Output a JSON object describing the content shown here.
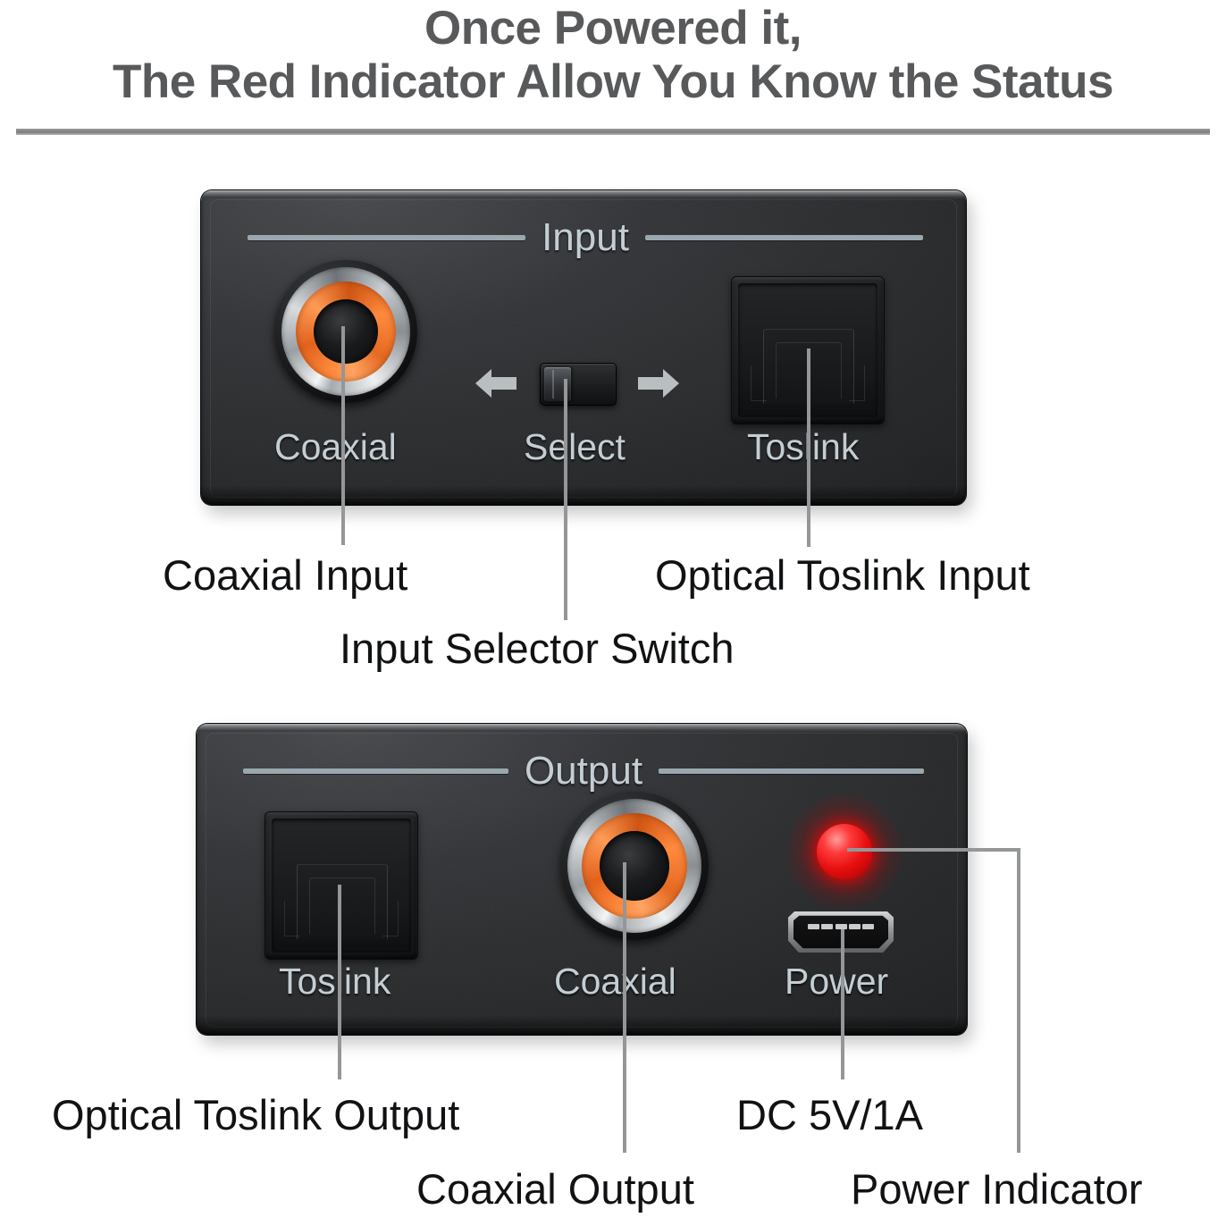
{
  "title": {
    "line1": "Once Powered it,",
    "line2": "The Red Indicator Allow You Know the Status"
  },
  "colors": {
    "title_text": "#58595b",
    "rule": "#8a8a8a",
    "panel_label": "#c3ced4",
    "callout_text": "#111214",
    "leader_line": "#949698",
    "rca_orange": "#ff8a3d",
    "rca_chrome": "#d9dde0",
    "led_red": "#e60f0f",
    "chassis": "#2a2c2e"
  },
  "devices": [
    {
      "id": "input-panel",
      "header": "Input",
      "ports": [
        {
          "name": "coaxial-input-jack",
          "label": "Coaxial",
          "type": "rca"
        },
        {
          "name": "input-selector-switch",
          "label": "Select",
          "type": "slide-switch",
          "arrow_left": "left-arrow-icon",
          "arrow_right": "right-arrow-icon"
        },
        {
          "name": "toslink-input-port",
          "label": "Toslink",
          "type": "toslink"
        }
      ]
    },
    {
      "id": "output-panel",
      "header": "Output",
      "ports": [
        {
          "name": "toslink-output-port",
          "label": "Toslink",
          "type": "toslink"
        },
        {
          "name": "coaxial-output-jack",
          "label": "Coaxial",
          "type": "rca"
        },
        {
          "name": "power-port",
          "label": "Power",
          "type": "mini-usb"
        },
        {
          "name": "power-led",
          "label": "",
          "type": "led"
        }
      ]
    }
  ],
  "callouts": {
    "coaxial_input": "Coaxial Input",
    "input_selector_switch": "Input Selector Switch",
    "optical_toslink_input": "Optical Toslink Input",
    "optical_toslink_output": "Optical Toslink Output",
    "coaxial_output": "Coaxial Output",
    "dc_power": "DC 5V/1A",
    "power_indicator": "Power Indicator"
  }
}
